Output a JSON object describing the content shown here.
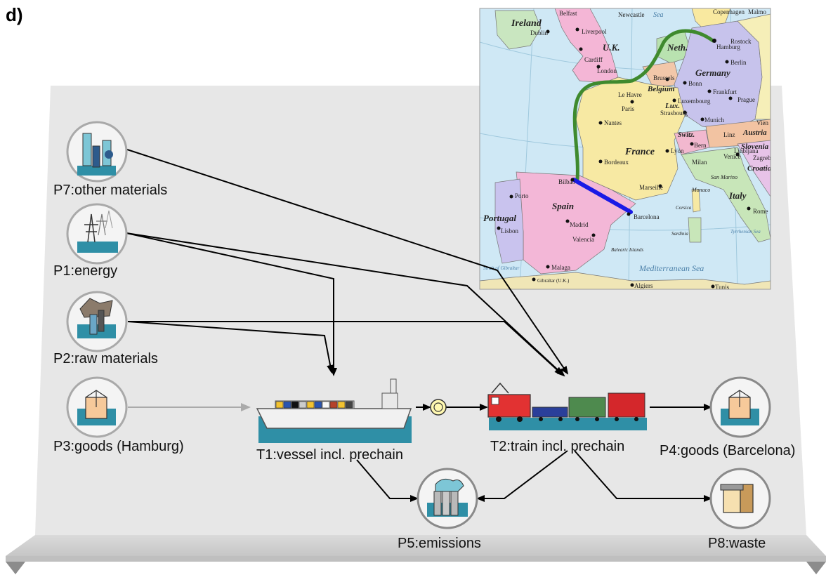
{
  "panel_label": "d)",
  "nodes": {
    "p7": "P7:other materials",
    "p1": "P1:energy",
    "p2": "P2:raw materials",
    "p3": "P3:goods (Hamburg)",
    "t1": "T1:vessel incl. prechain",
    "t2": "T2:train incl. prechain",
    "p4": "P4:goods (Barcelona)",
    "p5": "P5:emissions",
    "p8": "P8:waste"
  },
  "map": {
    "seas": {
      "north_sea": "Sea",
      "mediterranean": "Mediterranean Sea"
    },
    "countries": {
      "ireland": "Ireland",
      "uk": "U.K.",
      "netherlands": "Neth.",
      "germany": "Germany",
      "belgium": "Belgium",
      "lux": "Lux.",
      "france": "France",
      "switz": "Switz.",
      "austria": "Austria",
      "slovenia": "Slovenia",
      "croatia": "Croatia",
      "italy": "Italy",
      "spain": "Spain",
      "portugal": "Portugal",
      "monaco": "Monaco",
      "san_marino": "San Marino"
    },
    "cities": {
      "dublin": "Dublin",
      "liverpool": "Liverpool",
      "cardiff": "Cardiff",
      "london": "London",
      "newcastle": "Newcastle",
      "belfast": "Belfast",
      "copenhagen": "Copenhagen",
      "malmo": "Malmo",
      "rostock": "Rostock",
      "hamburg": "Hamburg",
      "berlin": "Berlin",
      "brussels": "Brussels",
      "bonn": "Bonn",
      "frankfurt": "Frankfurt",
      "luxembourg": "Luxembourg",
      "prague": "Prague",
      "le_havre": "Le Havre",
      "paris": "Paris",
      "strasbourg": "Strasbourg",
      "munich": "Munich",
      "nantes": "Nantes",
      "vienna": "Vien",
      "bern": "Bern",
      "lyon": "Lyon",
      "linz": "Linz",
      "ljubljana": "Ljubljana",
      "venice": "Venice",
      "milan": "Milan",
      "zagreb": "Zagreb",
      "bordeaux": "Bordeaux",
      "bilbao": "Bilbao",
      "marseille": "Marseille",
      "porto": "Porto",
      "madrid": "Madrid",
      "barcelona": "Barcelona",
      "lisbon": "Lisbon",
      "valencia": "Valencia",
      "rome": "Rome",
      "malaga": "Malaga",
      "gibraltar": "Gibraltar (U.K.)",
      "algiers": "Algiers",
      "tunis": "Tunis",
      "corsica": "Corsica",
      "sardinia": "Sardinia",
      "balearic": "Balearic Islands",
      "tyrrhenian": "Tyrrhenian Sea",
      "strait": "Strait of Gibraltar"
    },
    "route_colors": {
      "vessel_route": "#3f8a2e",
      "train_route": "#1a1ae6"
    }
  },
  "colors": {
    "panel_bg": "#e8e8e8",
    "floor": "#d4d4d4",
    "arrow": "#000000",
    "gray_arrow": "#aaaaaa",
    "water": "#2f8fa6"
  }
}
